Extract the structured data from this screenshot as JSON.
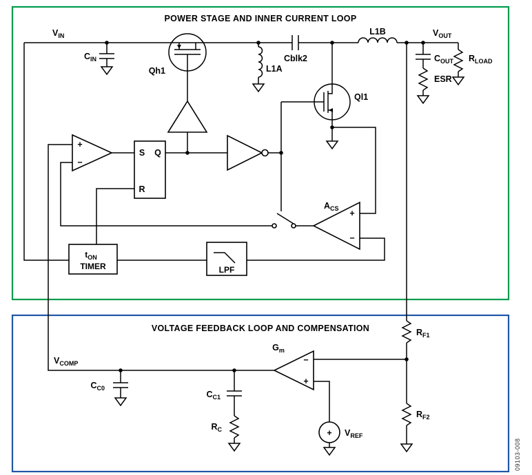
{
  "watermark": "09103-008",
  "colors": {
    "power": "#009C4D",
    "feedback": "#2056A8"
  },
  "power_stage": {
    "title": "POWER STAGE AND INNER CURRENT LOOP",
    "labels": {
      "vin": {
        "main": "V",
        "sub": "IN"
      },
      "cin": {
        "main": "C",
        "sub": "IN"
      },
      "qh1": "Qh1",
      "l1a": "L1A",
      "cblk2": "Cblk2",
      "l1b": "L1B",
      "vout": {
        "main": "V",
        "sub": "OUT"
      },
      "cout": {
        "main": "C",
        "sub": "OUT"
      },
      "esr": "ESR",
      "rload": {
        "main": "R",
        "sub": "LOAD"
      },
      "ql1": "Ql1",
      "acs": {
        "main": "A",
        "sub": "CS"
      },
      "latch_s": "S",
      "latch_q": "Q",
      "latch_r": "R",
      "comparator_plus": "+",
      "comparator_minus": "−",
      "acs_plus": "+",
      "acs_minus": "−",
      "ton": {
        "main": "t",
        "sub": "ON"
      },
      "timer": "TIMER",
      "lpf": "LPF"
    }
  },
  "feedback": {
    "title": "VOLTAGE FEEDBACK LOOP AND COMPENSATION",
    "labels": {
      "vcomp": {
        "main": "V",
        "sub": "COMP"
      },
      "cc0": {
        "main": "C",
        "sub": "C0"
      },
      "cc1": {
        "main": "C",
        "sub": "C1"
      },
      "rc": {
        "main": "R",
        "sub": "C"
      },
      "gm": {
        "main": "G",
        "sub": "m"
      },
      "gm_minus": "−",
      "gm_plus": "+",
      "vref": {
        "main": "V",
        "sub": "REF"
      },
      "vref_plus": "+",
      "rf1": {
        "main": "R",
        "sub": "F1"
      },
      "rf2": {
        "main": "R",
        "sub": "F2"
      }
    }
  }
}
